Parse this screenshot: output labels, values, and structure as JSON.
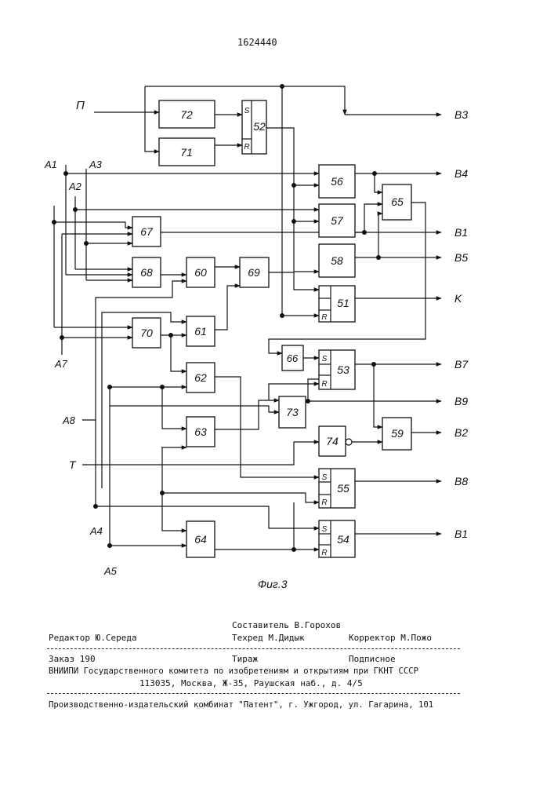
{
  "header": {
    "patent_number": "1624440"
  },
  "diagram": {
    "caption": "Фиг.3",
    "blocks": {
      "b72": "72",
      "b71": "71",
      "b52": "52",
      "b56": "56",
      "b65": "65",
      "b57": "57",
      "b67": "67",
      "b58": "58",
      "b68": "68",
      "b60": "60",
      "b69": "69",
      "b51": "51",
      "b70": "70",
      "b61": "61",
      "b66": "66",
      "b53": "53",
      "b62": "62",
      "b73": "73",
      "b63": "63",
      "b74": "74",
      "b59": "59",
      "b55": "55",
      "b64": "64",
      "b54": "54"
    },
    "flipflop_marks": {
      "set": "S",
      "reset": "R"
    },
    "inputs": {
      "P": "П",
      "A1": "A1",
      "A2": "A2",
      "A3": "A3",
      "A7": "A7",
      "A8": "A8",
      "T": "T",
      "A4": "A4",
      "A5": "A5"
    },
    "outputs": {
      "B3": "B3",
      "B4": "B4",
      "B1_top": "B1",
      "B5": "B5",
      "K": "K",
      "B7": "B7",
      "B9": "B9",
      "B2": "B2",
      "B8": "B8",
      "B1_bottom": "B1"
    }
  },
  "footer": {
    "composer": "Составитель В.Горохов",
    "editor": "Редактор Ю.Середа",
    "techred": "Техред М.Дидык",
    "corrector": "Корректор М.Пожо",
    "order": "Заказ 190",
    "circulation": "Тираж",
    "subscription": "Подписное",
    "org": "ВНИИПИ Государственного комитета по изобретениям и открытиям при ГКНТ СССР",
    "address": "113035, Москва, Ж-35, Раушская наб., д. 4/5",
    "publisher": "Производственно-издательский комбинат \"Патент\", г. Ужгород, ул. Гагарина, 101"
  }
}
